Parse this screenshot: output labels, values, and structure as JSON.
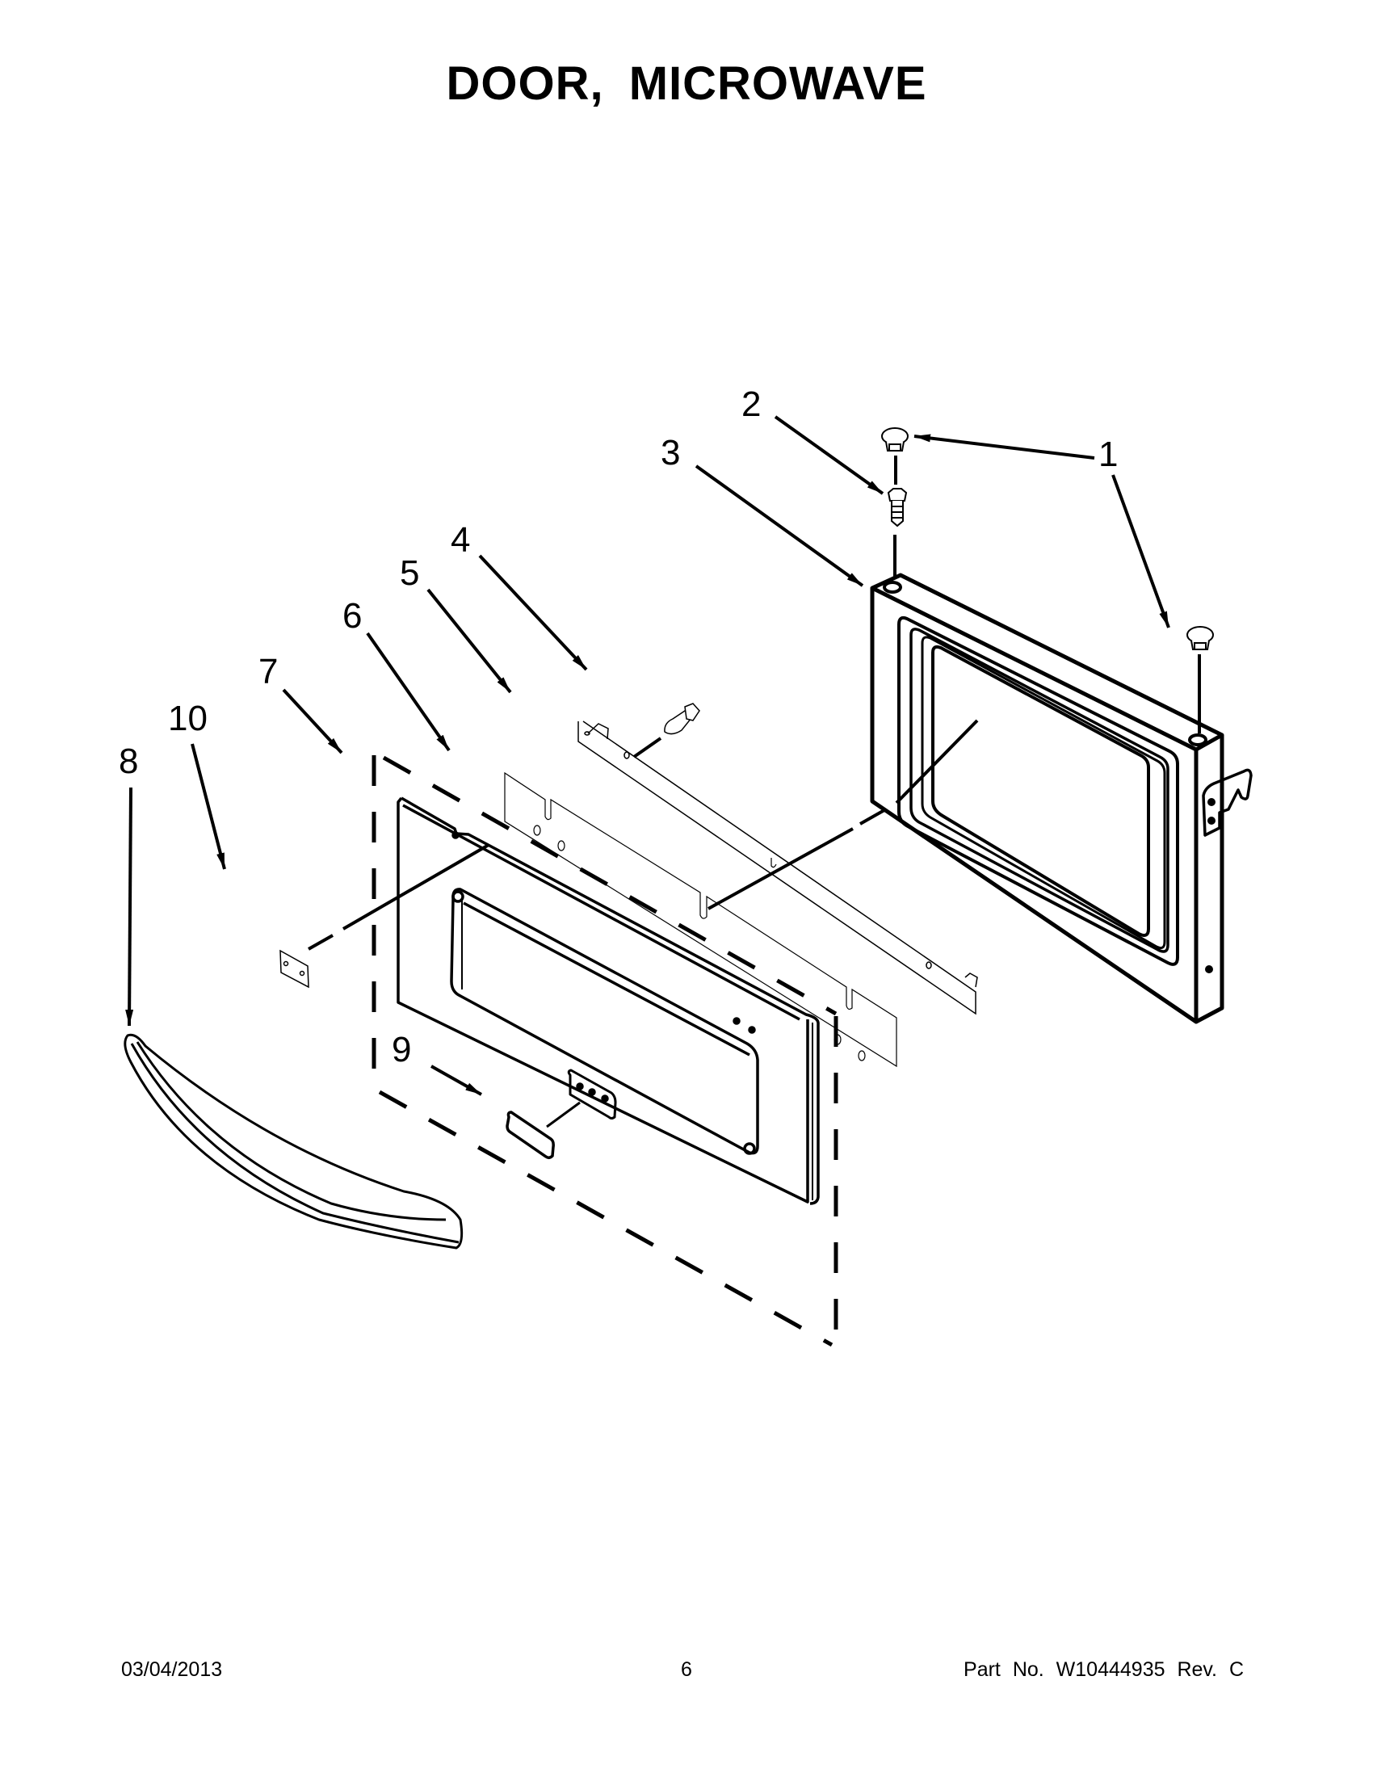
{
  "page": {
    "title": "DOOR, MICROWAVE"
  },
  "callouts": [
    {
      "id": "1",
      "label": "1"
    },
    {
      "id": "2",
      "label": "2"
    },
    {
      "id": "3",
      "label": "3"
    },
    {
      "id": "4",
      "label": "4"
    },
    {
      "id": "5",
      "label": "5"
    },
    {
      "id": "6",
      "label": "6"
    },
    {
      "id": "7",
      "label": "7"
    },
    {
      "id": "8",
      "label": "8"
    },
    {
      "id": "9",
      "label": "9"
    },
    {
      "id": "10",
      "label": "10"
    }
  ],
  "parts": {
    "cap_plug": "1",
    "screw_top": "2",
    "door_frame": "3",
    "screw_bracket": "4",
    "bracket": "5",
    "strip": "6",
    "front_panel_assembly": "7",
    "handle": "8",
    "badge": "9",
    "clip": "10"
  },
  "footer": {
    "date": "03/04/2013",
    "page_number": "6",
    "part_number": "Part No.  W10444935   Rev.  C"
  },
  "colors": {
    "line": "#000000",
    "background": "#ffffff"
  }
}
